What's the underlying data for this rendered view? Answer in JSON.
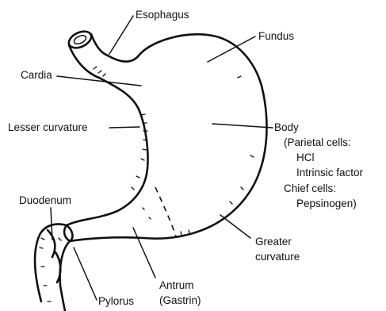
{
  "labels": {
    "esophagus": "Esophagus",
    "fundus": "Fundus",
    "cardia": "Cardia",
    "lesser_curvature": "Lesser curvature",
    "body": "Body",
    "body_detail_1": "(Parietal cells:",
    "body_detail_2": "HCl",
    "body_detail_3": "Intrinsic factor",
    "body_detail_4": "Chief cells:",
    "body_detail_5": "Pepsinogen)",
    "duodenum": "Duodenum",
    "greater_curvature_1": "Greater",
    "greater_curvature_2": "curvature",
    "pylorus": "Pylorus",
    "antrum_1": "Antrum",
    "antrum_2": "(Gastrin)"
  }
}
